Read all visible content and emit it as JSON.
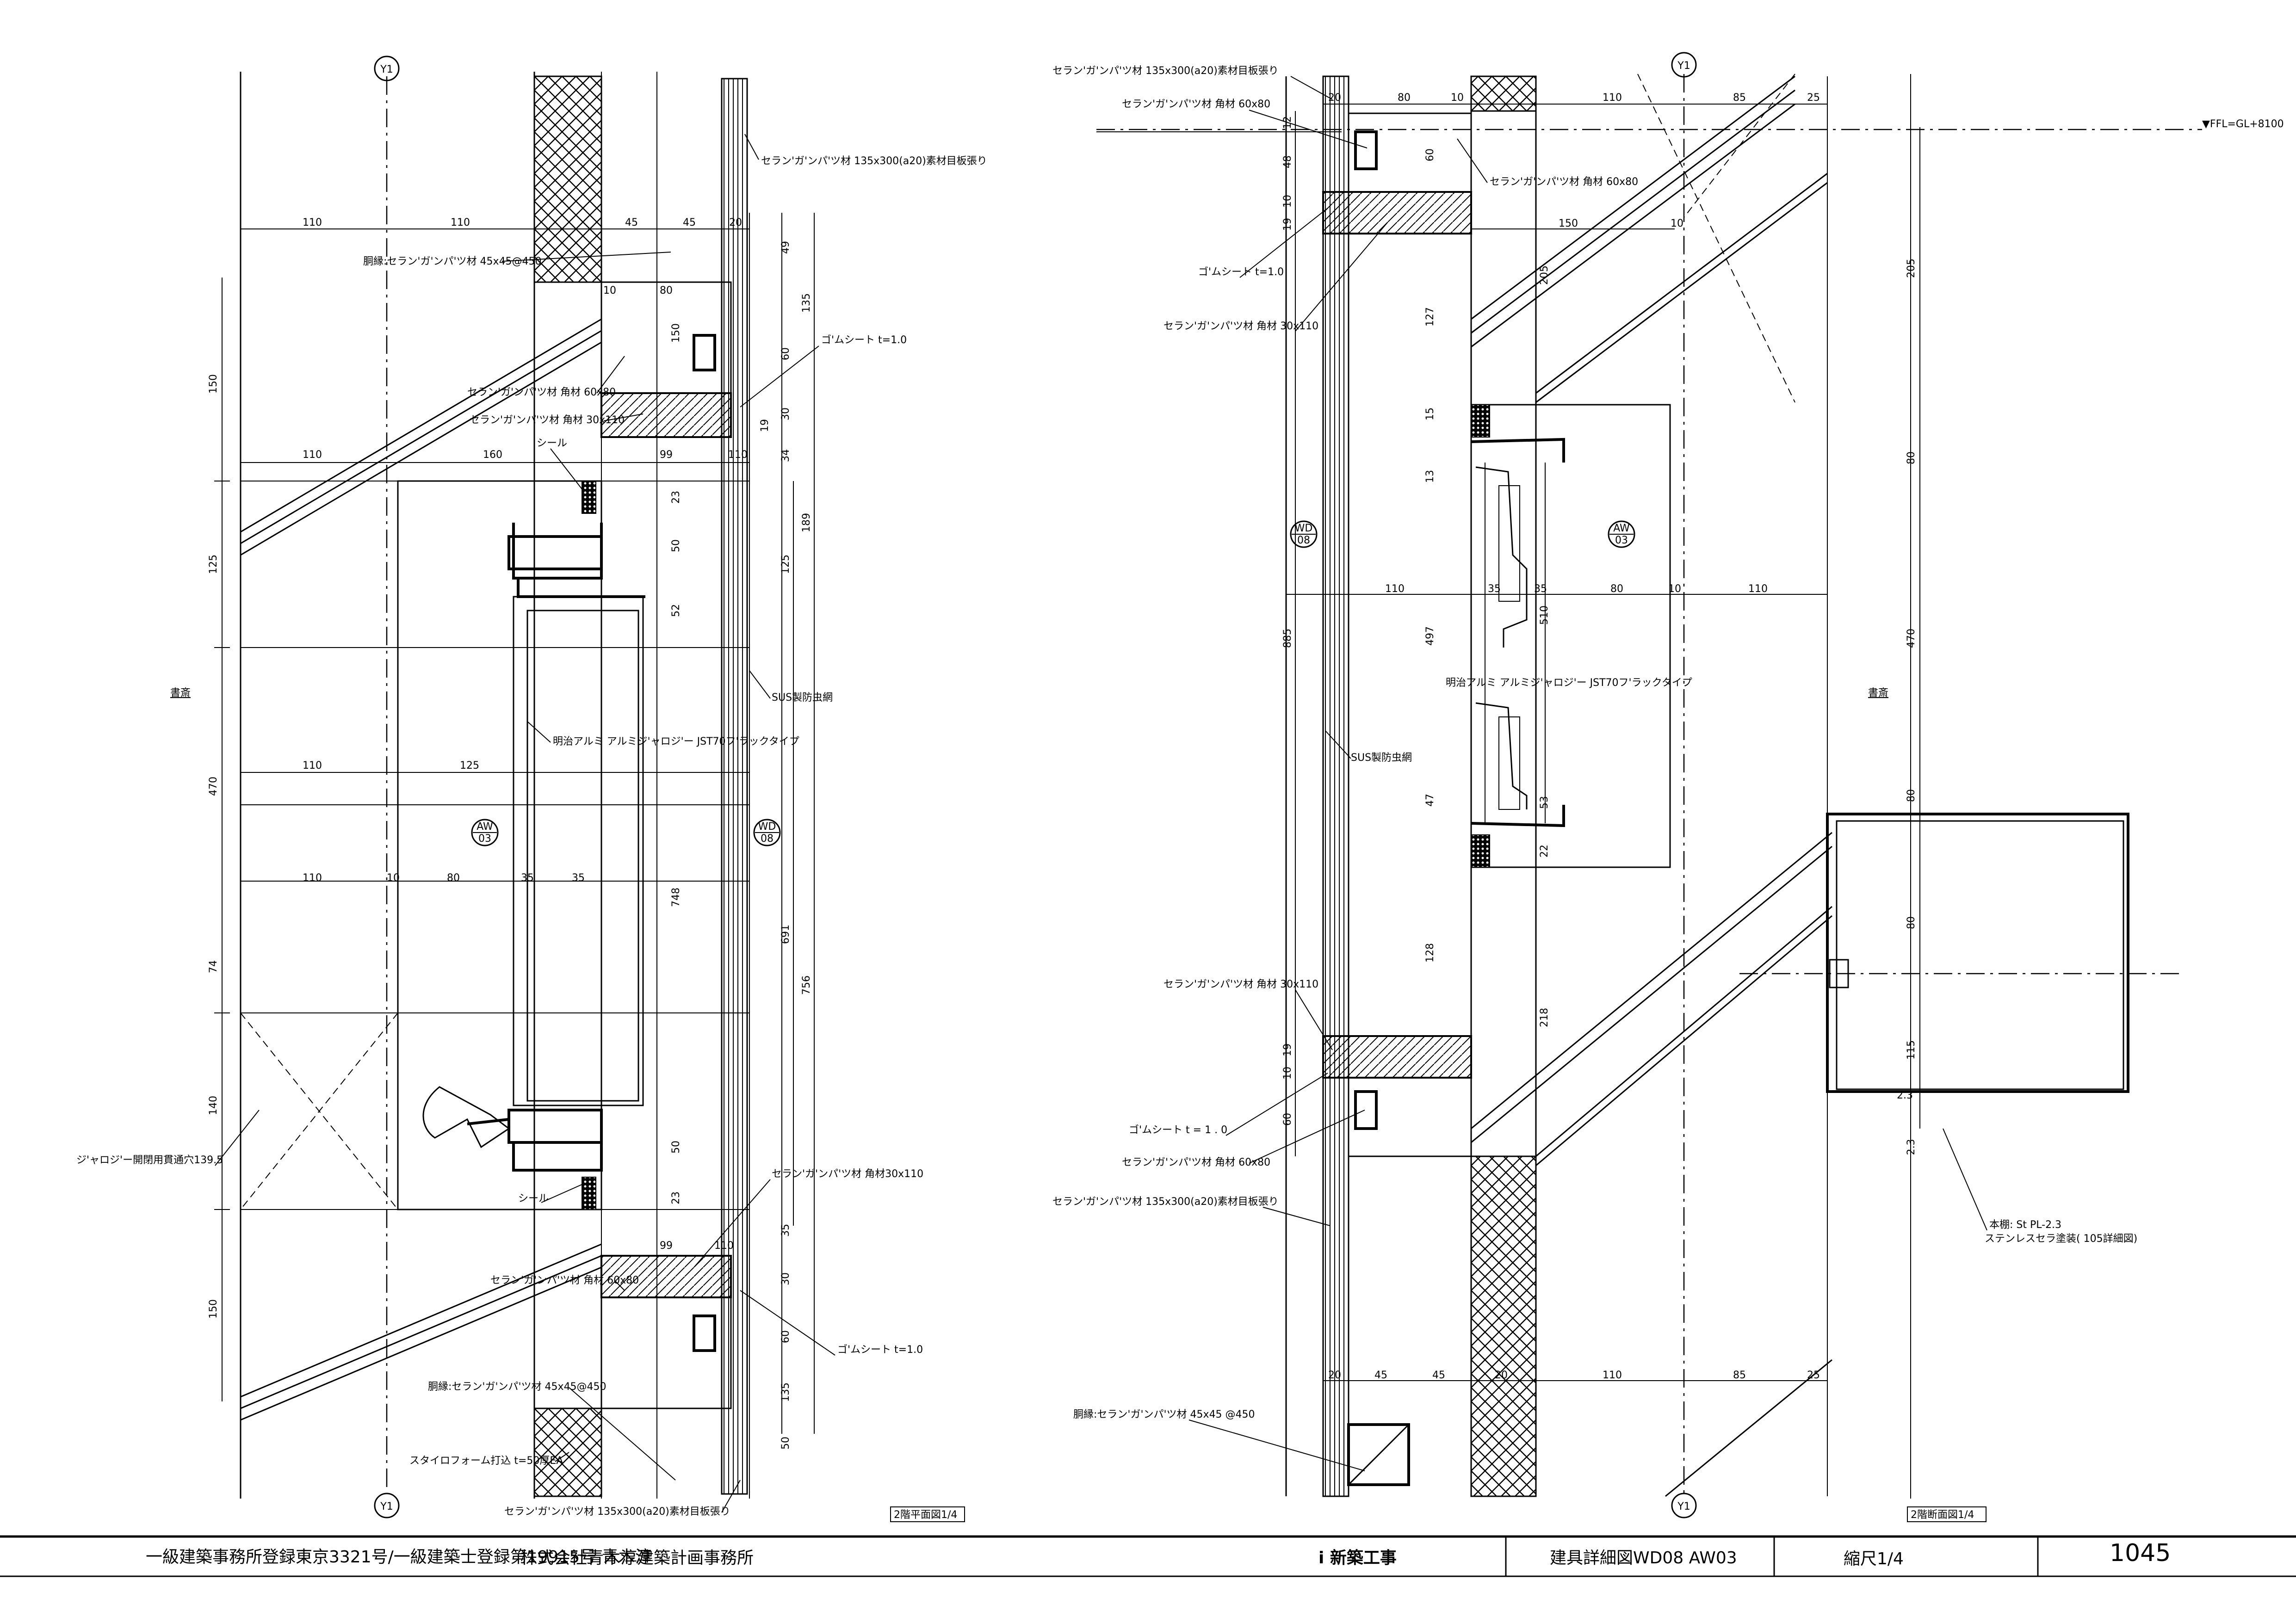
{
  "drawing": {
    "left": {
      "axis_label": "Y1",
      "room_label": "書斎",
      "tags": [
        {
          "code": "AW",
          "num": "03"
        },
        {
          "code": "WD",
          "num": "08"
        }
      ],
      "labels": {
        "top_siding": "セラン'ガ'ンパ'ツ材 135x300(a20)素材目板張り",
        "bottom_siding": "セラン'ガ'ンパ'ツ材 135x300(a20)素材目板張り",
        "furring_top": "胴縁:セラン'ガ'ンパ'ツ材 45x45@450",
        "furring_bottom": "胴縁:セラン'ガ'ンパ'ツ材 45x45@450",
        "square_60x80_top": "セラン'ガ'ンパ'ツ材 角材 60x80",
        "square_30x110_top": "セラン'ガ'ンパ'ツ材 角材 30x110",
        "square_60x80_bottom": "セラン'ガ'ンパ'ツ材 角材 60x80",
        "square_30x110_bottom": "セラン'ガ'ンパ'ツ材 角材30x110",
        "rubber_sheet_top": "ゴ'ムシート t=1.0",
        "rubber_sheet_bottom": "ゴ'ムシート t=1.0",
        "seal_top": "シール",
        "seal_bottom": "シール",
        "louver": "明治アルミ アルミジ'ャロジ'ー JST70フ'ラックタイプ",
        "screen": "SUS製防虫網",
        "louver_handle": "ジ'ャロジ'ー開閉用貫通穴139.5",
        "insulation": "スタイロフォーム打込 t=50厚EA"
      },
      "dims_top_row": [
        "110",
        "110",
        "45",
        "45",
        "20"
      ],
      "dims_mid_row1": [
        "110",
        "160",
        "99",
        "110"
      ],
      "dims_mid_row2": [
        "110",
        "125"
      ],
      "dims_mid_row3": [
        "110",
        "10",
        "80",
        "35",
        "35"
      ],
      "dims_bottom_row": [
        "99",
        "110"
      ],
      "dims_left_col": [
        "150",
        "125",
        "470",
        "74",
        "140",
        "150"
      ],
      "dims_right_col": [
        "49",
        "135",
        "60",
        "30",
        "19",
        "34",
        "189",
        "125",
        "691",
        "756",
        "748",
        "50",
        "23",
        "35",
        "30",
        "60",
        "135",
        "50"
      ],
      "dims_inner": [
        "10",
        "80",
        "150",
        "23",
        "50",
        "52"
      ],
      "caption": "2階平面図1/4"
    },
    "right": {
      "axis_label": "Y1",
      "room_label": "書斎",
      "level_mark": "▼FFL=GL+8100",
      "tags": [
        {
          "code": "WD",
          "num": "08"
        },
        {
          "code": "AW",
          "num": "03"
        }
      ],
      "labels": {
        "top_siding": "セラン'ガ'ンパ'ツ材 135x300(a20)素材目板張り",
        "bottom_siding": "セラン'ガ'ンパ'ツ材 135x300(a20)素材目板張り",
        "square_60x80_a": "セラン'ガ'ンパ'ツ材 角材 60x80",
        "square_60x80_b": "セラン'ガ'ンパ'ツ材 角材 60x80",
        "square_60x80_c": "セラン'ガ'ンパ'ツ材 角材 60x80",
        "square_30x110_a": "セラン'ガ'ンパ'ツ材 角材 30x110",
        "square_30x110_b": "セラン'ガ'ンパ'ツ材 角材 30x110",
        "rubber_sheet_top": "ゴ'ムシート t=1.0",
        "rubber_sheet_bottom": "ゴ'ムシート t = 1 . 0",
        "louver": "明治アルミ アルミジ'ャロジ'ー JST70フ'ラックタイプ",
        "screen": "SUS製防虫網",
        "furring": "胴縁:セラン'ガ'ンパ'ツ材 45x45 @450",
        "steel_a": "本棚: St PL-2.3",
        "steel_b": "ステンレスセラ塗装( 105詳細図)"
      },
      "dims_top_row": [
        "20",
        "80",
        "10",
        "110",
        "85",
        "25"
      ],
      "dims_row2": [
        "150",
        "10"
      ],
      "dims_row3": [
        "110",
        "35",
        "35",
        "80",
        "10",
        "110"
      ],
      "dims_bottom_row": [
        "20",
        "45",
        "45",
        "20",
        "110",
        "85",
        "25"
      ],
      "dims_left_col": [
        "12",
        "48",
        "10",
        "19",
        "127",
        "885",
        "497",
        "128",
        "10",
        "19",
        "60"
      ],
      "dims_inner_col": [
        "60",
        "205",
        "15",
        "13",
        "510",
        "47",
        "53",
        "22",
        "218"
      ],
      "dims_right_col": [
        "205",
        "80",
        "470",
        "80",
        "80",
        "115",
        "2.3",
        "2.3"
      ],
      "caption": "2階断面図1/4"
    }
  },
  "title_block": {
    "registration": "一級建築事務所登録東京3321号/一級建築士登録第19915号 青木淳",
    "office": "株式会社青木淳建築計画事務所",
    "project": "i 新築工事",
    "drawing_title": "建具詳細図WD08 AW03",
    "scale": "縮尺1/4",
    "sheet_no": "1045"
  }
}
